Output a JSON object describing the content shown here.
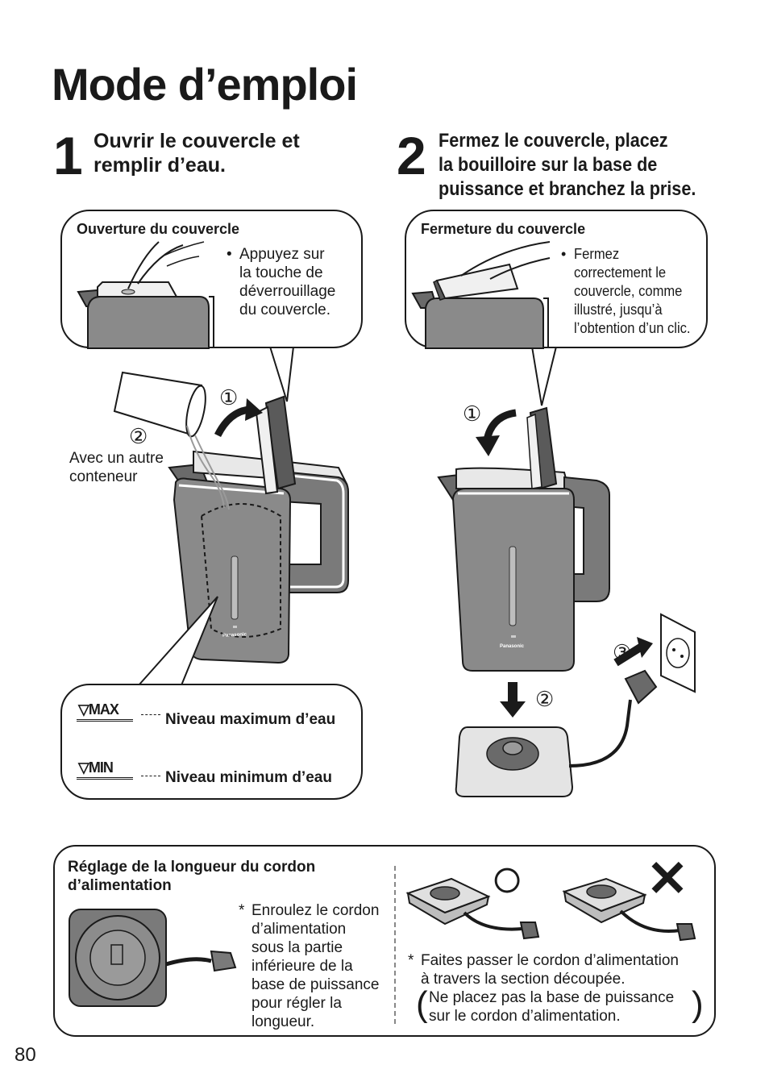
{
  "page": {
    "title": "Mode d’emploi",
    "page_number": "80"
  },
  "step1": {
    "number": "1",
    "heading_line1": "Ouvrir le couvercle et",
    "heading_line2": "remplir d’eau.",
    "callout_title": "Ouverture du couvercle",
    "callout_bullet": "•",
    "callout_lines": [
      "Appuyez sur",
      "la touche de",
      "déverrouillage",
      "du couvercle."
    ],
    "marker_1": "①",
    "marker_2": "②",
    "container_label_line1": "Avec un autre",
    "container_label_line2": "conteneur",
    "kettle_brand": "Panasonic",
    "max_tag": "▽MAX",
    "max_label": "Niveau maximum d’eau",
    "min_tag": "▽MIN",
    "min_label": "Niveau minimum d’eau"
  },
  "step2": {
    "number": "2",
    "heading_line1": "Fermez le couvercle, placez",
    "heading_line2": "la bouilloire sur la base de",
    "heading_line3": "puissance et branchez la prise.",
    "callout_title": "Fermeture du couvercle",
    "callout_bullet": "•",
    "callout_lines": [
      "Fermez",
      "correctement le",
      "couvercle, comme",
      "illustré, jusqu’à",
      "l’obtention d’un clic."
    ],
    "marker_1": "①",
    "marker_2": "②",
    "marker_3": "③",
    "kettle_brand": "Panasonic"
  },
  "cord": {
    "title_line1": "Réglage de la longueur du cordon",
    "title_line2": "d’alimentation",
    "note_star": "*",
    "note_lines": [
      "Enroulez le cordon",
      "d’alimentation",
      "sous la partie",
      "inférieure de la",
      "base de puissance",
      "pour régler la",
      "longueur."
    ],
    "ok_symbol": "○",
    "ng_symbol": "✕",
    "right_star": "*",
    "right_line1": "Faites passer le cordon d’alimentation",
    "right_line2": "à travers la section découpée.",
    "paren_open": "(",
    "paren_close": ")",
    "paren_line1": "Ne placez pas la base de puissance",
    "paren_line2": "sur le cordon d’alimentation."
  },
  "colors": {
    "kettle_body": "#8a8a8a",
    "kettle_dark": "#5f5f5f",
    "text": "#1a1a1a"
  }
}
